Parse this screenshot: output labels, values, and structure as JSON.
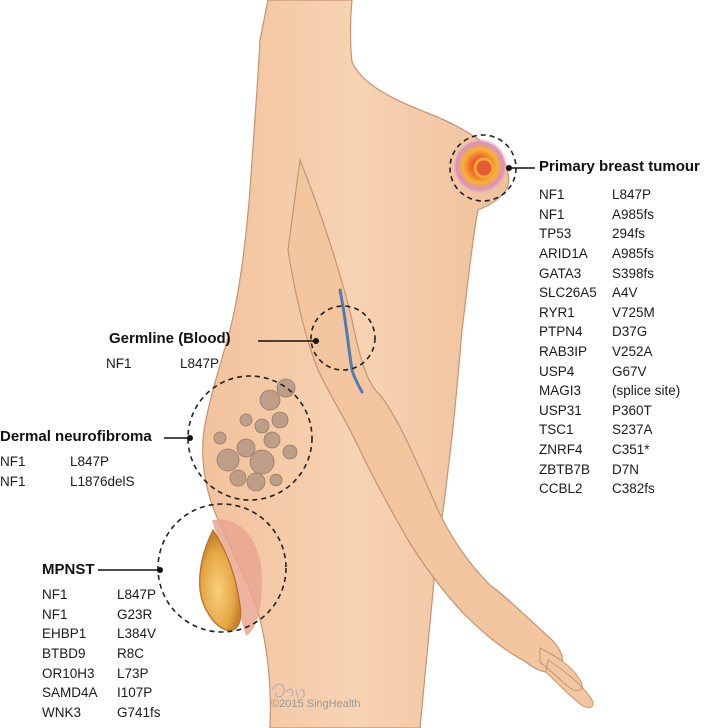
{
  "labels": {
    "primary": "Primary breast tumour",
    "germline": "Germline (Blood)",
    "dermal": "Dermal neurofibroma",
    "mpnst": "MPNST"
  },
  "primary_tumour": [
    {
      "gene": "NF1",
      "mutation": "L847P"
    },
    {
      "gene": "NF1",
      "mutation": "A985fs"
    },
    {
      "gene": "TP53",
      "mutation": "294fs"
    },
    {
      "gene": "ARID1A",
      "mutation": "A985fs"
    },
    {
      "gene": "GATA3",
      "mutation": "S398fs"
    },
    {
      "gene": "SLC26A5",
      "mutation": "A4V"
    },
    {
      "gene": "RYR1",
      "mutation": "V725M"
    },
    {
      "gene": "PTPN4",
      "mutation": "D37G"
    },
    {
      "gene": "RAB3IP",
      "mutation": "V252A"
    },
    {
      "gene": "USP4",
      "mutation": "G67V"
    },
    {
      "gene": "MAGI3",
      "mutation": "(splice site)"
    },
    {
      "gene": "USP31",
      "mutation": "P360T"
    },
    {
      "gene": "TSC1",
      "mutation": "S237A"
    },
    {
      "gene": "ZNRF4",
      "mutation": "C351*"
    },
    {
      "gene": "ZBTB7B",
      "mutation": "D7N"
    },
    {
      "gene": "CCBL2",
      "mutation": "C382fs"
    }
  ],
  "germline": [
    {
      "gene": "NF1",
      "mutation": "L847P"
    }
  ],
  "dermal": [
    {
      "gene": "NF1",
      "mutation": "L847P"
    },
    {
      "gene": "NF1",
      "mutation": "L1876delS"
    }
  ],
  "mpnst": [
    {
      "gene": "NF1",
      "mutation": "L847P"
    },
    {
      "gene": "NF1",
      "mutation": "G23R"
    },
    {
      "gene": "EHBP1",
      "mutation": "L384V"
    },
    {
      "gene": "BTBD9",
      "mutation": "R8C"
    },
    {
      "gene": "OR10H3",
      "mutation": "L73P"
    },
    {
      "gene": "SAMD4A",
      "mutation": "I107P"
    },
    {
      "gene": "WNK3",
      "mutation": "G741fs"
    }
  ],
  "credit": "©2015 SingHealth",
  "colors": {
    "skin": "#f4cba8",
    "skin_shadow": "#e8b48c",
    "outline": "#b98d6d",
    "nodule": "#b99a86",
    "tumour_center": "#e0462c",
    "tumour_glow": "#f3a92c",
    "tumour_halo": "#c880c4",
    "vein": "#4f7bb3",
    "mpnst_fill": "#e8b25a",
    "mpnst_tissue": "#e9a08c"
  }
}
